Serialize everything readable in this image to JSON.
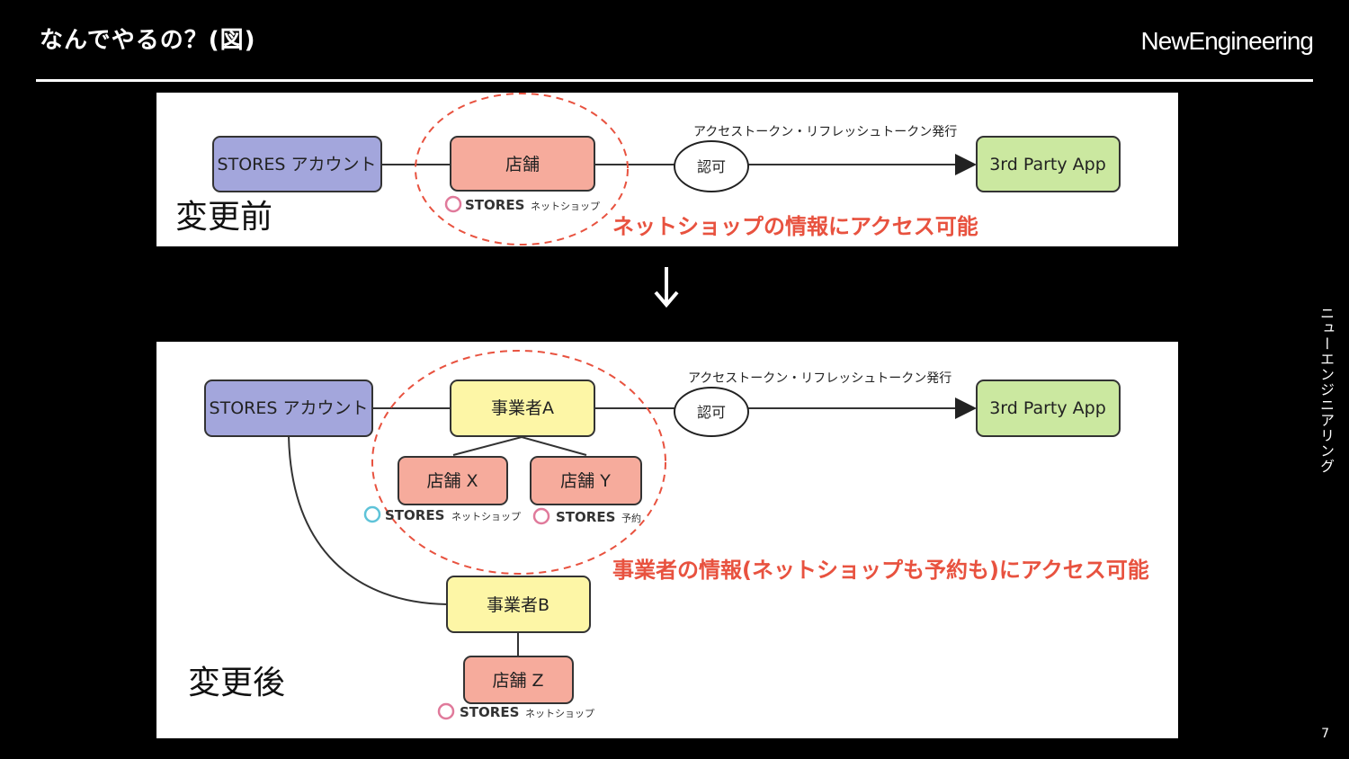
{
  "slide": {
    "title": "なんでやるの？(図)",
    "brand": "NewEngineering",
    "side_label": "ニューエンジニアリング",
    "page_number": "7"
  },
  "before": {
    "label": "変更前",
    "account": "STORES アカウント",
    "store": "店舗",
    "auth": "認可",
    "token_label": "アクセストークン・リフレッシュトークン発行",
    "app": "3rd Party App",
    "logo_brand": "STORES",
    "logo_service": "ネットショップ",
    "access_note": "ネットショップの情報にアクセス可能"
  },
  "arrow": "↓",
  "after": {
    "label": "変更後",
    "account": "STORES アカウント",
    "business_a": "事業者A",
    "store_x": "店舗 X",
    "store_y": "店舗 Y",
    "business_b": "事業者B",
    "store_z": "店舗 Z",
    "auth": "認可",
    "token_label": "アクセストークン・リフレッシュトークン発行",
    "app": "3rd Party App",
    "logo_brand": "STORES",
    "logo_service_shop": "ネットショップ",
    "logo_service_reserve": "予約",
    "access_note": "事業者の情報(ネットショップも予約も)にアクセス可能"
  },
  "colors": {
    "account_fill": "#a3a6dc",
    "store_fill": "#f6ab9c",
    "business_fill": "#fdf6a6",
    "app_fill": "#cbe8a0",
    "highlight_red": "#e8523f"
  }
}
